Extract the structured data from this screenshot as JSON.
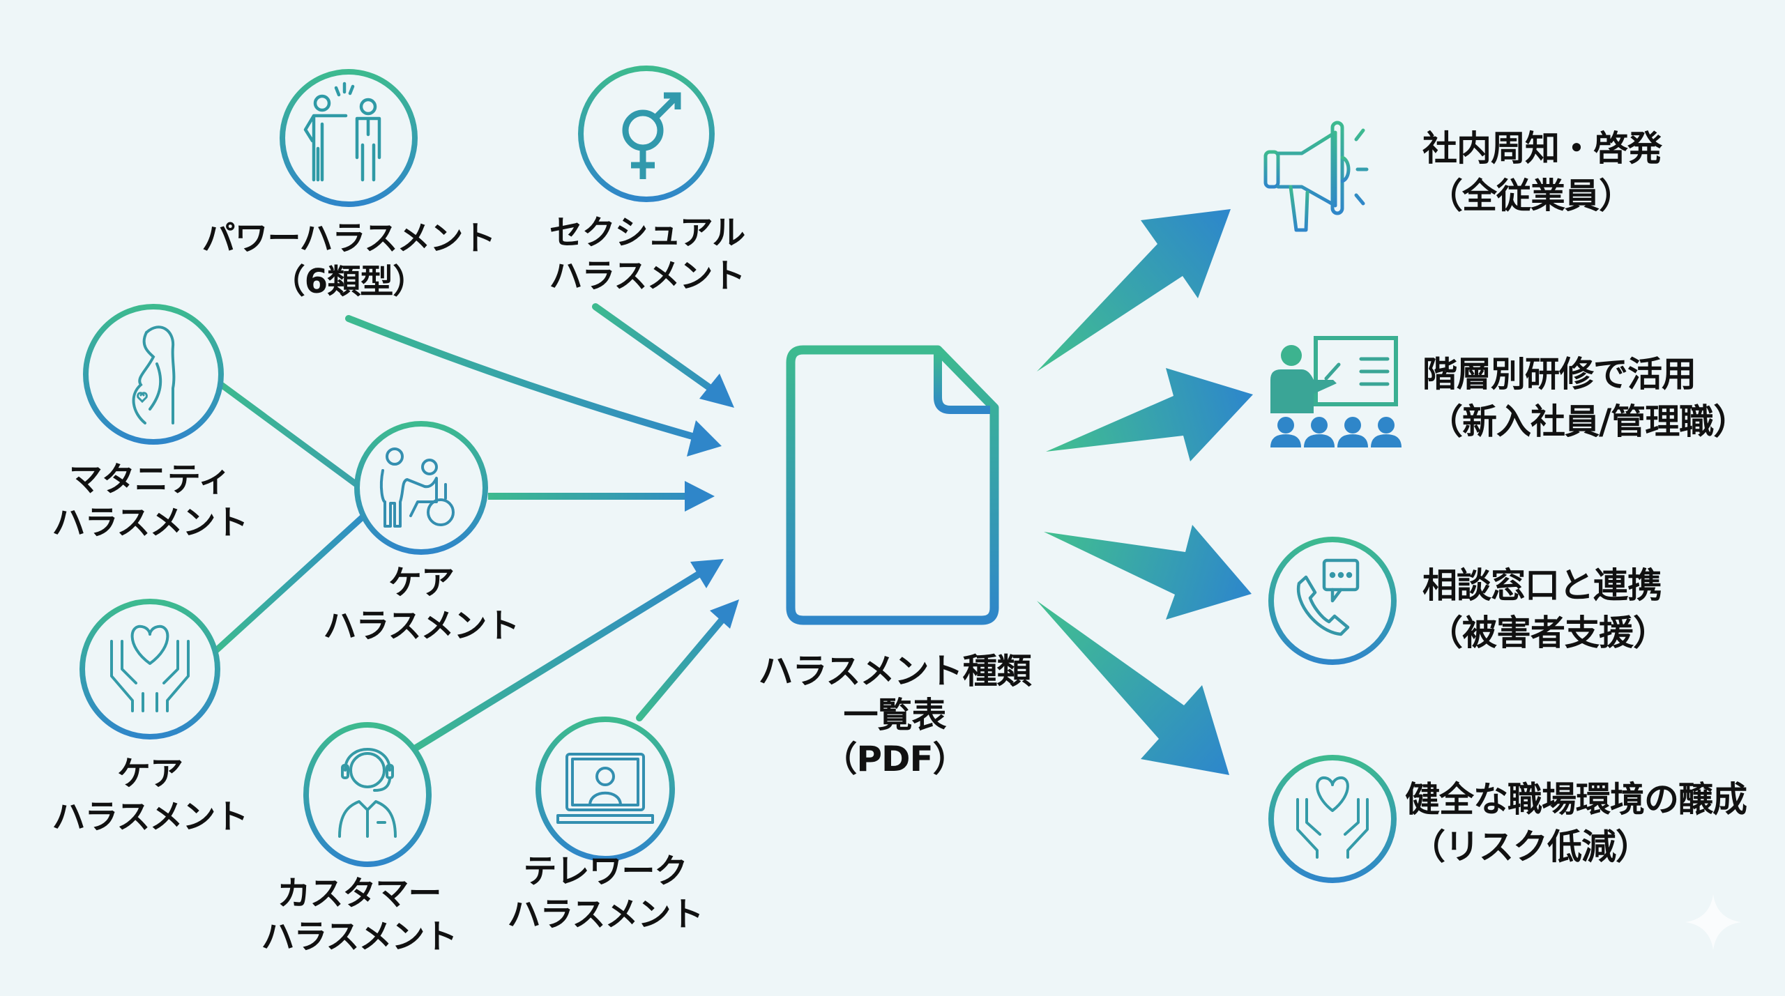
{
  "colors": {
    "background": "#eef6f8",
    "gradient_top": "#3dba8f",
    "gradient_bottom": "#2f86c9",
    "text": "#111111"
  },
  "center": {
    "icon": "document-icon",
    "title_line1": "ハラスメント種類",
    "title_line2": "一覧表",
    "title_line3": "（PDF）"
  },
  "harassment_types": [
    {
      "id": "power",
      "icon": "power-harassment-icon",
      "line1": "パワーハラスメント",
      "line2": "（6類型）"
    },
    {
      "id": "sexual",
      "icon": "gender-symbol-icon",
      "line1": "セクシュアル",
      "line2": "ハラスメント"
    },
    {
      "id": "maternity",
      "icon": "pregnant-woman-icon",
      "line1": "マタニティ",
      "line2": "ハラスメント"
    },
    {
      "id": "care-wheelchair",
      "icon": "caregiver-wheelchair-icon",
      "line1": "ケア",
      "line2": "ハラスメント"
    },
    {
      "id": "care-hands",
      "icon": "hands-heart-icon",
      "line1": "ケア",
      "line2": "ハラスメント"
    },
    {
      "id": "customer",
      "icon": "headset-agent-icon",
      "line1": "カスタマー",
      "line2": "ハラスメント"
    },
    {
      "id": "telework",
      "icon": "laptop-video-icon",
      "line1": "テレワーク",
      "line2": "ハラスメント"
    }
  ],
  "outcomes": [
    {
      "id": "awareness",
      "icon": "megaphone-icon",
      "line1": "社内周知・啓発",
      "line2": "（全従業員）"
    },
    {
      "id": "training",
      "icon": "presentation-training-icon",
      "line1": "階層別研修で活用",
      "line2": "（新入社員/管理職）"
    },
    {
      "id": "consultation",
      "icon": "phone-chat-icon",
      "line1": "相談窓口と連携",
      "line2": "（被害者支援）"
    },
    {
      "id": "environment",
      "icon": "hands-heart-icon",
      "line1": "健全な職場環境の醸成",
      "line2": "（リスク低減）"
    }
  ]
}
